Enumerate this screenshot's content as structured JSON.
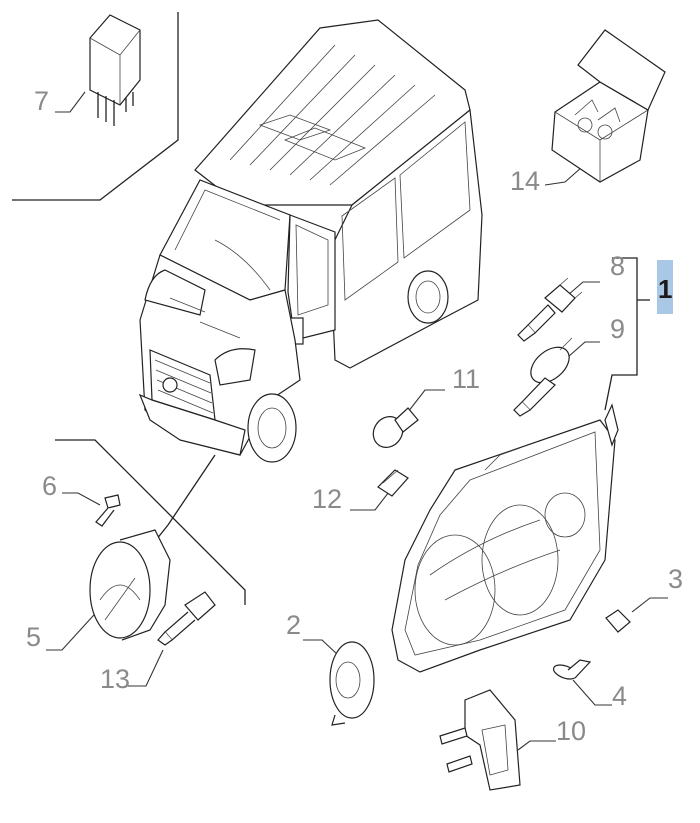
{
  "diagram": {
    "highlight_color": "#a9c8e6",
    "callouts": [
      {
        "key": "p1",
        "label": "1"
      },
      {
        "key": "p2",
        "label": "2"
      },
      {
        "key": "p3",
        "label": "3"
      },
      {
        "key": "p4",
        "label": "4"
      },
      {
        "key": "p5",
        "label": "5"
      },
      {
        "key": "p6",
        "label": "6"
      },
      {
        "key": "p7",
        "label": "7"
      },
      {
        "key": "p8",
        "label": "8"
      },
      {
        "key": "p9",
        "label": "9"
      },
      {
        "key": "p10",
        "label": "10"
      },
      {
        "key": "p11",
        "label": "11"
      },
      {
        "key": "p12",
        "label": "12"
      },
      {
        "key": "p13",
        "label": "13"
      },
      {
        "key": "p14",
        "label": "14"
      }
    ]
  }
}
